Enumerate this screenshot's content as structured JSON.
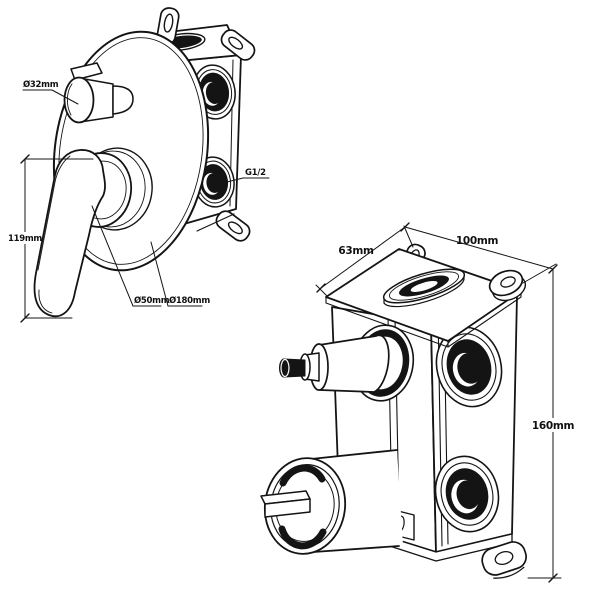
{
  "drawing": {
    "background": "#ffffff",
    "line_color": "#111111",
    "front_view": {
      "title": "trim-front-view",
      "labels": {
        "knob_diameter": "Ø32mm",
        "handle_height": "119mm",
        "handle_base_diameter": "Ø50mm",
        "plate_diameter": "Ø180mm",
        "outlet_thread": "G1/2"
      }
    },
    "iso_view": {
      "title": "valve-body-iso-view",
      "labels": {
        "depth": "63mm",
        "width": "100mm",
        "height": "160mm"
      }
    }
  }
}
